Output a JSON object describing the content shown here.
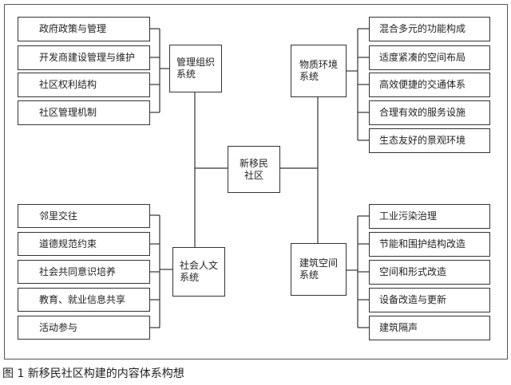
{
  "center": "新移民\n社区",
  "groups": {
    "management": "管理组织\n系统",
    "physical": "物质环境\n系统",
    "social": "社会人文\n系统",
    "building": "建筑空间\n系统"
  },
  "management_items": [
    "政府政策与管理",
    "开发商建设管理与维护",
    "社区权利结构",
    "社区管理机制"
  ],
  "physical_items": [
    "混合多元的功能构成",
    "适度紧凑的空间布局",
    "高效便捷的交通体系",
    "合理有效的服务设施",
    "生态友好的景观环境"
  ],
  "social_items": [
    "邻里交往",
    "道德规范约束",
    "社会共同意识培养",
    "教育、就业信息共享",
    "活动参与"
  ],
  "building_items": [
    "工业污染治理",
    "节能和围护结构改造",
    "空间和形式改造",
    "设备改造与更新",
    "建筑隔声"
  ],
  "caption": "图 1  新移民社区构建的内容体系构想"
}
